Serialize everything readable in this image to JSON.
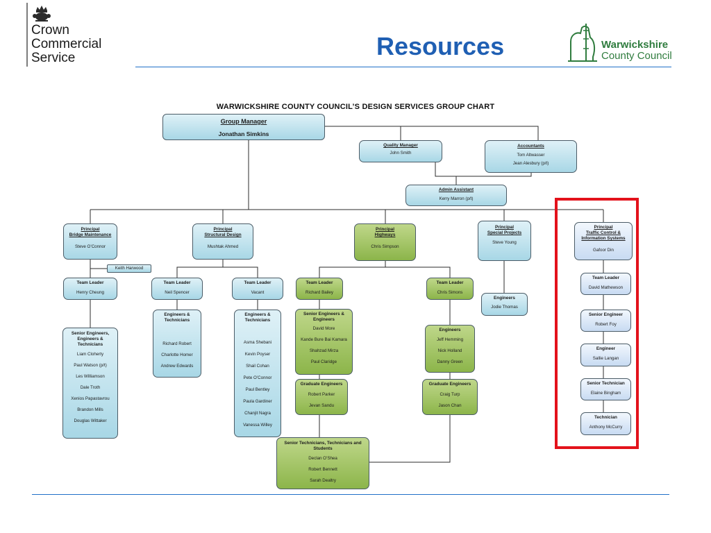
{
  "header": {
    "brand_lines": [
      "Crown",
      "Commercial",
      "Service"
    ],
    "slide_title": "Resources",
    "partner_logo": {
      "line1": "Warwickshire",
      "line2": "County Council"
    }
  },
  "chart": {
    "title": "WARWICKSHIRE COUNTY COUNCIL’S DESIGN SERVICES GROUP CHART",
    "group_manager": {
      "title": "Group Manager",
      "name": "Jonathan Simkins"
    },
    "quality_manager": {
      "title": "Quality Manager",
      "name": "John Smith"
    },
    "accountants": {
      "title": "Accountants",
      "names": [
        "Tom Altwasser",
        "Jean Alesbury (p/t)"
      ]
    },
    "admin_assistant": {
      "title": "Admin Assistant",
      "name": "Kerry Marron (p/t)"
    },
    "bridge": {
      "title": [
        "Principal",
        "Bridge Maintenance"
      ],
      "name": "Steve O’Connor",
      "extra": "Keith Harwood",
      "team_leader": {
        "title": "Team Leader",
        "name": "Henry Cheung"
      },
      "team": {
        "title": [
          "Senior Engineers,",
          "Engineers &",
          "Technicians"
        ],
        "names": [
          "Liam Cloherty",
          "Paul Watson (p/t)",
          "Les Williamson",
          "Dale Troth",
          "Xenios Papastavrou",
          "Brandon Mills",
          "Douglas Wittaker"
        ]
      }
    },
    "structural": {
      "title": [
        "Principal",
        "Structural Design"
      ],
      "name": "Mushtak Ahmed",
      "tl1": {
        "title": "Team Leader",
        "name": "Neil Spencer"
      },
      "team1": {
        "title": [
          "Engineers &",
          "Technicians"
        ],
        "names": [
          "Richard Robert",
          "Charlotte Homer",
          "Andrew Edwards"
        ]
      },
      "tl2": {
        "title": "Team Leader",
        "name": "Vacant"
      },
      "team2": {
        "title": [
          "Engineers &",
          "Technicians"
        ],
        "names": [
          "Asma Shebani",
          "Kevin Poyser",
          "Shail Cohan",
          "Pete O’Connor",
          "Paul Bentley",
          "Paula Gardiner",
          "Chanjit Nagra",
          "Vanessa Willey"
        ]
      }
    },
    "highways": {
      "title": [
        "Principal",
        "Highways"
      ],
      "name": "Chris Simpson",
      "tl1": {
        "title": "Team Leader",
        "name": "Richard Bailey"
      },
      "senior": {
        "title": [
          "Senior Engineers &",
          "Engineers"
        ],
        "names": [
          "David More",
          "Kande Bure Bai Kamara",
          "Shahzad Mirza",
          "Paul Claridge"
        ]
      },
      "grad1": {
        "title": "Graduate Engineers",
        "names": [
          "Robert Parker",
          "Jevan Sandu"
        ]
      },
      "tl2": {
        "title": "Team Leader",
        "name": "Chris Simons"
      },
      "eng2": {
        "title": "Engineers",
        "names": [
          "Jeff Hemming",
          "Nick Holland",
          "Danny Green"
        ]
      },
      "grad2": {
        "title": "Graduate Engineers",
        "names": [
          "Craig Turp",
          "Jason Chan"
        ]
      },
      "techs": {
        "title": [
          "Senior Technicians, Technicians and",
          "Students"
        ],
        "names": [
          "Declan O’Shea",
          "Robert Bennett",
          "Sarah Dealtry"
        ]
      }
    },
    "special": {
      "title": [
        "Principal",
        "Special Projects"
      ],
      "name": "Steve Young",
      "engineers": {
        "title": "Engineers",
        "name": "Jodie Thomas"
      }
    },
    "traffic": {
      "title": [
        "Principal",
        "Traffic Control &",
        "Information Systems"
      ],
      "name": "Gafoor Din",
      "roles": [
        {
          "title": "Team Leader",
          "name": "David Mathewson"
        },
        {
          "title": "Senior Engineer",
          "name": "Robert Foy"
        },
        {
          "title": "Engineer",
          "name": "Sallie Langan"
        },
        {
          "title": "Senior Technician",
          "name": "Elaine Bingham"
        },
        {
          "title": "Technician",
          "name": "Anthony McCurry"
        }
      ]
    },
    "colors": {
      "blue_box": "#a8d7e6",
      "light_blue_box": "#c8dbf2",
      "green_box": "#8cb54a",
      "highlight": "#e3121b",
      "rule": "#1f6fc8"
    }
  }
}
